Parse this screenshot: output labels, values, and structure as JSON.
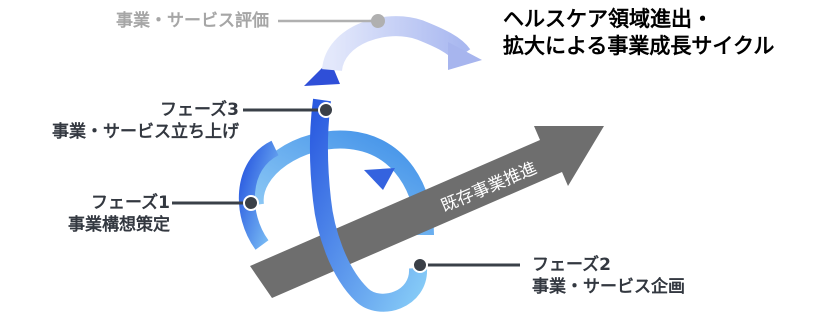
{
  "title": {
    "line1": "ヘルスケア領域進出・",
    "line2": "拡大による事業成長サイクル"
  },
  "evaluation": {
    "label": "事業・サービス評価"
  },
  "phase1": {
    "name": "フェーズ1",
    "desc": "事業構想策定"
  },
  "phase2": {
    "name": "フェーズ2",
    "desc": "事業・サービス企画"
  },
  "phase3": {
    "name": "フェーズ3",
    "desc": "事業・サービス立ち上げ"
  },
  "main_arrow": {
    "label": "既存事業推進"
  },
  "colors": {
    "arrow_gray": "#6e6e6e",
    "spiral_dark": "#2a4fd6",
    "spiral_light": "#7fc3f5",
    "spiral_pale": "#b9c5f3",
    "connector": "#3a4048",
    "connector_gray": "#b0b0b0"
  }
}
